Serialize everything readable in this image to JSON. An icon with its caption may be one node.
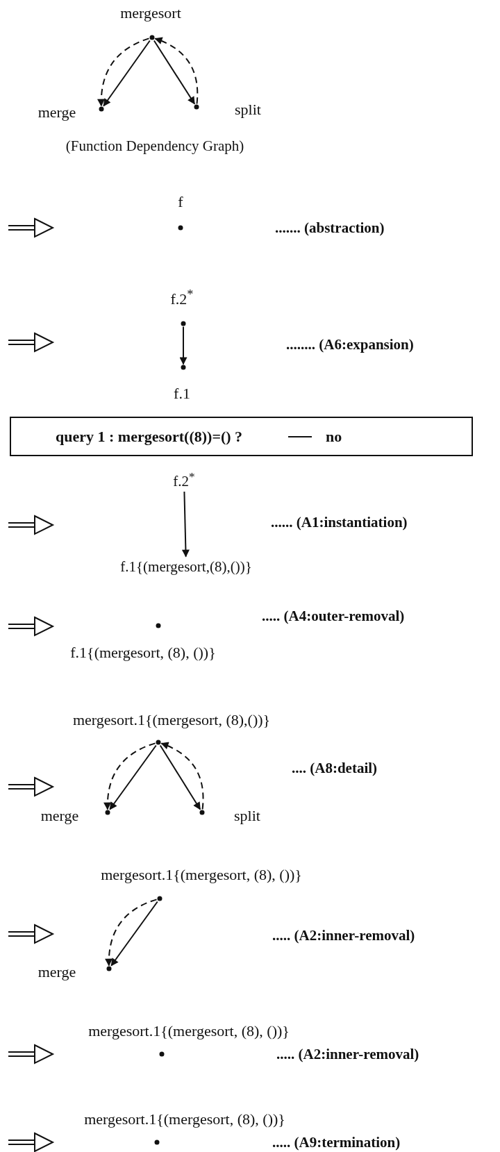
{
  "diagram": {
    "nodes": [
      {
        "text": [],
        "shape": "circle",
        "beside": [
          "mergesort"
        ]
      },
      {
        "text": [],
        "shape": "circle",
        "beside": [
          "merge"
        ]
      },
      {
        "text": [],
        "shape": "circle",
        "beside": [
          "split"
        ]
      },
      {
        "text": [],
        "shape": "circle",
        "beside": [
          "f"
        ]
      },
      {
        "text": [],
        "shape": "circle",
        "beside": [
          "f.2$^{*}$"
        ]
      },
      {
        "text": [],
        "shape": "circle",
        "beside": [
          "f.1"
        ]
      },
      {
        "text": [
          "query 1 : mergesort((8))=() ?",
          "no"
        ]
      },
      {
        "text": [
          "f.2$^{*}$"
        ]
      },
      {
        "text": [
          "f.1{(mergesort,(8),())}"
        ]
      },
      {
        "text": [],
        "shape": "circle",
        "beside": [
          "f.1{(mergesort, (8), ())}"
        ]
      },
      {
        "text": [],
        "shape": "circle",
        "beside": [
          "mergesort.1{(mergesort, (8),())}"
        ]
      },
      {
        "text": [],
        "shape": "circle",
        "beside": [
          "merge"
        ]
      },
      {
        "text": [],
        "shape": "circle",
        "beside": [
          "split"
        ]
      },
      {
        "text": [],
        "shape": "circle",
        "beside": [
          "mergesort.1{(mergesort, (8), ())}"
        ]
      },
      {
        "text": [],
        "shape": "circle",
        "beside": [
          "merge"
        ]
      },
      {
        "text": [],
        "shape": "circle",
        "beside": [
          "mergesort.1{(mergesort, (8), ())}"
        ]
      },
      {
        "text": [],
        "shape": "circle",
        "beside": [
          "mergesort.1{(mergesort, (8), ())}"
        ]
      }
    ],
    "edges": [
      {
        "from": 0,
        "to": 1,
        "arrow": "to"
      },
      {
        "from": 0,
        "to": 2,
        "arrow": "to"
      },
      {
        "from": 0,
        "to": 1,
        "arrow": "to",
        "style": "dashed"
      },
      {
        "from": 2,
        "to": 0,
        "arrow": "to",
        "style": "dashed"
      },
      {
        "from": 4,
        "to": 5,
        "arrow": "to"
      },
      {
        "from": 7,
        "to": 8,
        "arrow": "to"
      },
      {
        "from": 10,
        "to": 11,
        "arrow": "to"
      },
      {
        "from": 10,
        "to": 12,
        "arrow": "to"
      },
      {
        "from": 10,
        "to": 11,
        "arrow": "to",
        "style": "dashed"
      },
      {
        "from": 12,
        "to": 10,
        "arrow": "to",
        "style": "dashed"
      },
      {
        "from": 13,
        "to": 14,
        "arrow": "to"
      },
      {
        "from": 13,
        "to": 14,
        "arrow": "to",
        "style": "dashed"
      }
    ],
    "labels": [
      "(Function Dependency Graph)",
      "....... (abstraction)",
      "........ (A6:expansion)",
      "...... (A1:instantiation)",
      "..... (A4:outer-removal)",
      ".... (A8:detail)",
      "..... (A2:inner-removal)",
      "..... (A2:inner-removal)",
      "..... (A9:termination)"
    ]
  }
}
